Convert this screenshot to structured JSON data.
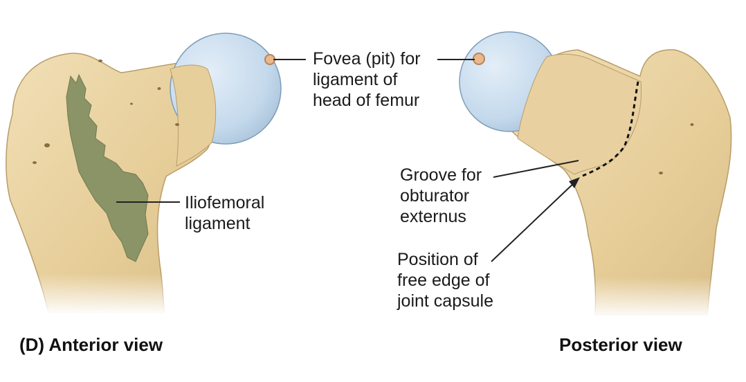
{
  "views": {
    "anterior": {
      "caption": "(D) Anterior view"
    },
    "posterior": {
      "caption": "Posterior view"
    }
  },
  "labels": {
    "fovea": "Fovea (pit) for\nligament of\nhead of femur",
    "iliofemoral": "Iliofemoral\nligament",
    "groove": "Groove for\nobturator\nexternus",
    "capsule_edge": "Position of\nfree edge of\njoint capsule"
  },
  "colors": {
    "bone": "#ead3a2",
    "bone_shadow": "#cdb07a",
    "cartilage": "#c7dcee",
    "ligament": "#8b9466",
    "leader": "#222222"
  }
}
